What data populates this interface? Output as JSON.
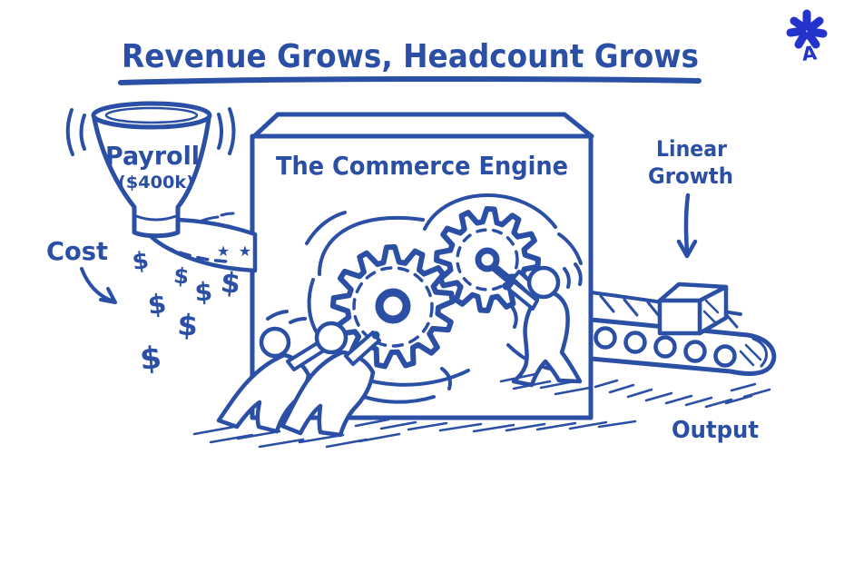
{
  "colors": {
    "ink": "#2a4fa5",
    "logo_blue": "#2433cc",
    "background": "#ffffff"
  },
  "title": {
    "text": "Revenue Grows, Headcount Grows"
  },
  "logo": {
    "letter": "A"
  },
  "funnel": {
    "label": "Payroll",
    "amount": "($400k)"
  },
  "cost": {
    "label": "Cost"
  },
  "engine": {
    "title": "The Commerce Engine"
  },
  "money": {
    "dollar": "$",
    "stars": "★ ★"
  },
  "growth": {
    "line1": "Linear",
    "line2": "Growth"
  },
  "output": {
    "label": "Output"
  }
}
